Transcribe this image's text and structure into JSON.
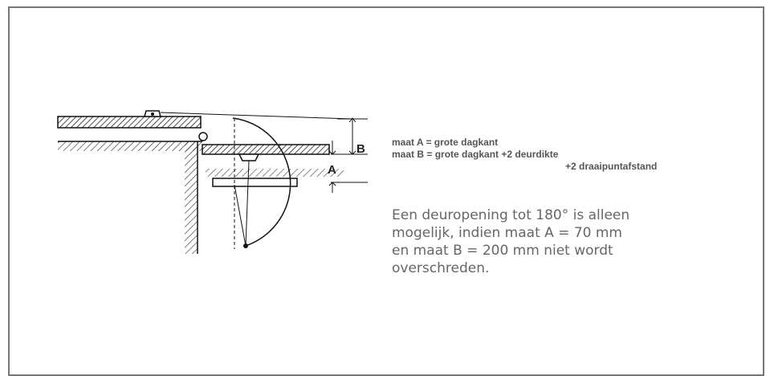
{
  "diagram": {
    "label_a": "A",
    "label_b": "B"
  },
  "specs": {
    "line_1": "maat A = grote dagkant",
    "line_2": "maat B = grote dagkant +2 deurdikte",
    "line_3": "+2 draaipuntafstand"
  },
  "note": {
    "lines": [
      "Een deuropening tot 180° is alleen",
      "mogelijk, indien maat A = 70 mm",
      "en maat B = 200 mm niet wordt",
      "overschreden."
    ]
  }
}
